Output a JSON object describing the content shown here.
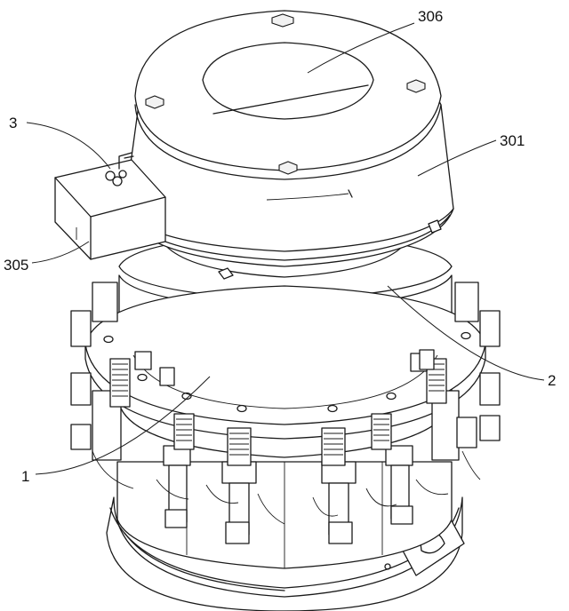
{
  "labels": {
    "l306": "306",
    "l3": "3",
    "l301": "301",
    "l305": "305",
    "l2": "2",
    "l1": "1"
  },
  "colors": {
    "ink": "#1a1a1a",
    "paper": "#ffffff",
    "shade": "#f2f2f2"
  }
}
